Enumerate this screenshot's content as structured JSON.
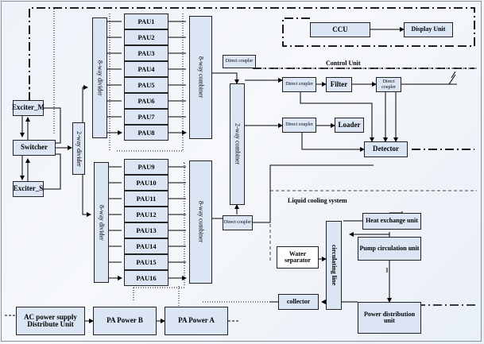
{
  "exciters": {
    "main": "Exciter_M",
    "switcher": "Switcher",
    "standby": "Exciter_S"
  },
  "two_way_divider": "2-way divider",
  "eight_way_divider_top": "8-way divider",
  "eight_way_divider_bottom": "8-way divider",
  "pa_units": [
    "PAU1",
    "PAU2",
    "PAU3",
    "PAU4",
    "PAU5",
    "PAU6",
    "PAU7",
    "PAU8",
    "PAU9",
    "PAU10",
    "PAU11",
    "PAU12",
    "PAU13",
    "PAU14",
    "PAU15",
    "PAU16"
  ],
  "eight_way_combiner_top": "8-way combiner",
  "eight_way_combiner_bottom": "8-way combiner",
  "two_way_combiner": "2-way combiner",
  "couplers": {
    "top": "Direct coupler",
    "bottom": "Direct coupler",
    "filter_in": "Direct coupler",
    "filter_out": "Direct coupler",
    "loader": "Direct coupler"
  },
  "filter": "Filter",
  "loader": "Loader",
  "detector": "Detector",
  "control": {
    "ccu": "CCU",
    "display": "Display Unit",
    "region_label": "Control Unit"
  },
  "cooling": {
    "region_label": "Liquid cooling system",
    "heat_exchange": "Heat exchange unit",
    "pump": "Pump circulation unit",
    "water_separator": "Water separator",
    "pipeline": "circulating line",
    "collector": "collector",
    "power_distribution": "Power distribution unit"
  },
  "power": {
    "ac_supply": "AC power supply Distribute Unit",
    "pa_power_b": "PA Power B",
    "pa_power_a": "PA Power A"
  }
}
